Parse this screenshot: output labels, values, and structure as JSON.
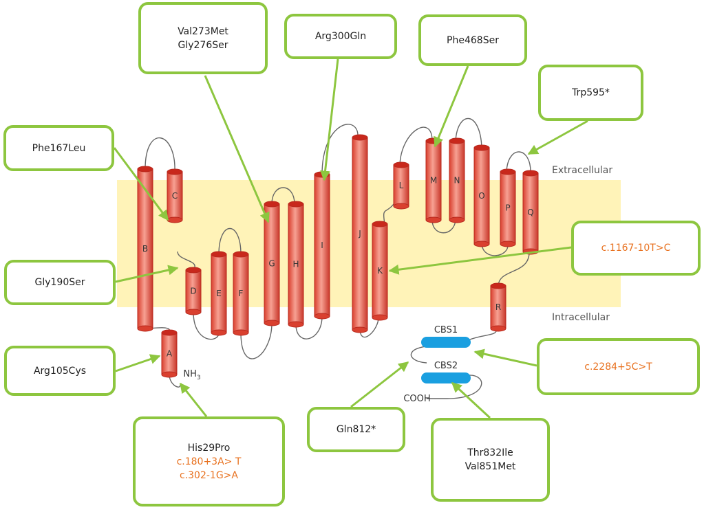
{
  "regions": {
    "extracellular": "Extracellular",
    "intracellular": "Intracellular"
  },
  "helices": [
    "A",
    "B",
    "C",
    "D",
    "E",
    "F",
    "G",
    "H",
    "I",
    "J",
    "K",
    "L",
    "M",
    "N",
    "O",
    "P",
    "Q",
    "R"
  ],
  "terminals": {
    "n_terminus": "NH",
    "n_subscript": "3",
    "c_terminus": "COOH"
  },
  "domains": {
    "cbs1": "CBS1",
    "cbs2": "CBS2"
  },
  "callouts": {
    "val273met": "Val273Met",
    "gly276ser": "Gly276Ser",
    "arg300gln": "Arg300Gln",
    "phe468ser": "Phe468Ser",
    "trp595": "Trp595*",
    "phe167leu": "Phe167Leu",
    "gly190ser": "Gly190Ser",
    "arg105cys": "Arg105Cys",
    "his29pro": "His29Pro",
    "c180": "c.180+3A> T",
    "c302": "c.302-1G>A",
    "c1167": "c.1167-10T>C",
    "c2284": "c.2284+5C>T",
    "gln812": "Gln812*",
    "thr832ile": "Thr832Ile",
    "val851met": "Val851Met"
  },
  "colors": {
    "membrane": "#fff3b8",
    "helix_fill": "#ec5b4d",
    "helix_edge": "#b8281d",
    "cbs_fill": "#1a9fe0",
    "callout_border": "#8dc63f",
    "arrow": "#8dc63f",
    "splice_text": "#e8711f"
  }
}
